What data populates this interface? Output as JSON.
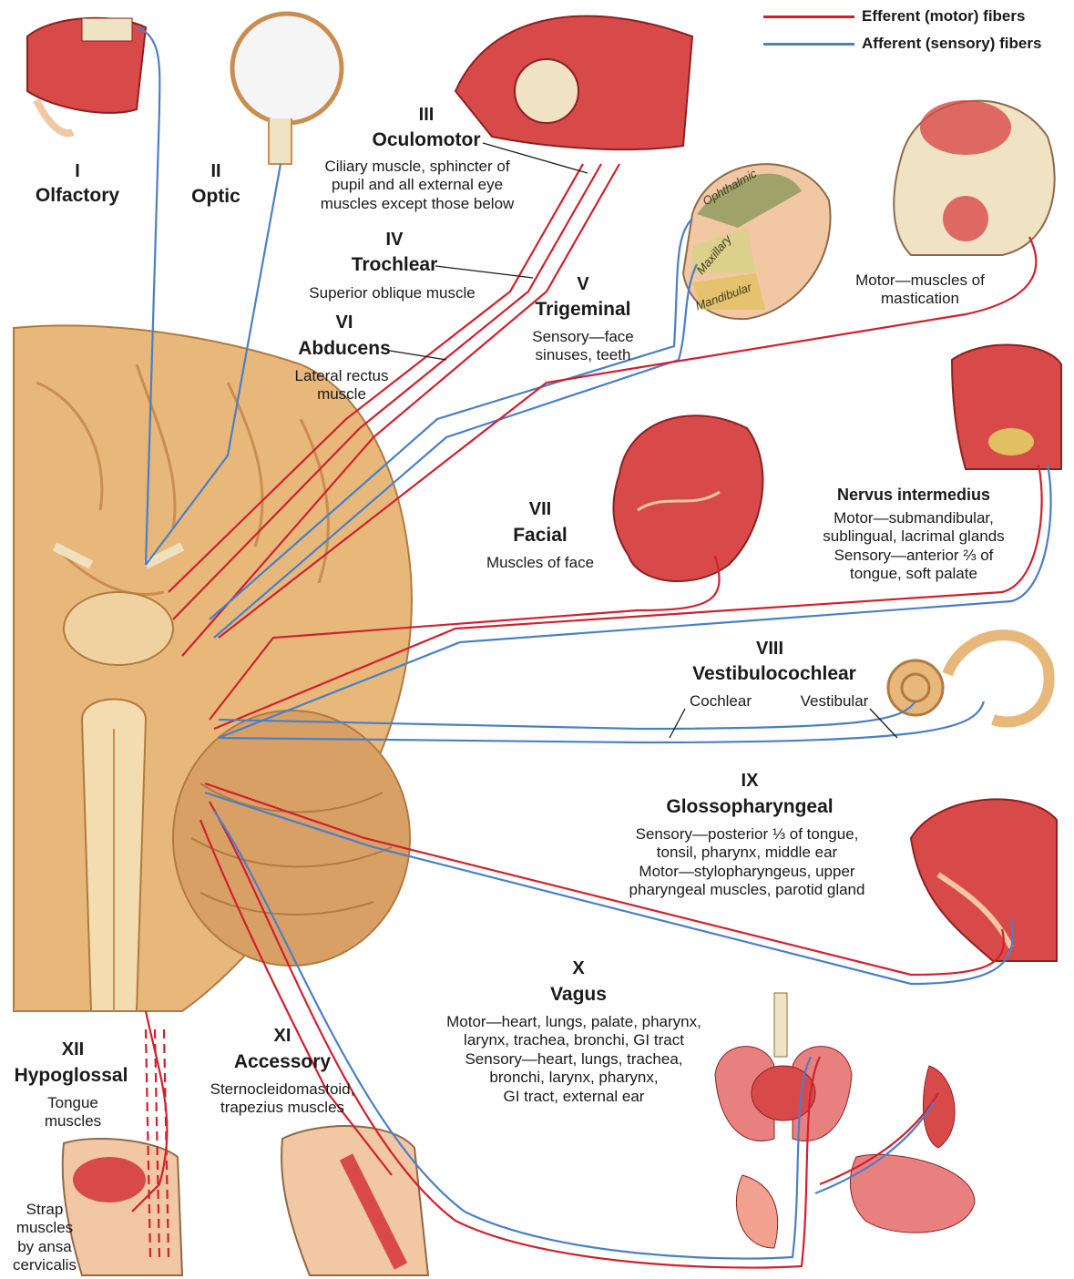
{
  "legend": {
    "efferent": {
      "label": "Efferent (motor) fibers",
      "color": "#d0202e"
    },
    "afferent": {
      "label": "Afferent (sensory) fibers",
      "color": "#4a7fc8"
    }
  },
  "nerves": {
    "olfactory": {
      "numeral": "I",
      "name": "Olfactory"
    },
    "optic": {
      "numeral": "II",
      "name": "Optic"
    },
    "oculomotor": {
      "numeral": "III",
      "name": "Oculomotor",
      "desc": [
        "Ciliary muscle, sphincter of",
        "pupil and all external eye",
        "muscles except those below"
      ]
    },
    "trochlear": {
      "numeral": "IV",
      "name": "Trochlear",
      "desc": [
        "Superior oblique muscle"
      ]
    },
    "trigeminal": {
      "numeral": "V",
      "name": "Trigeminal",
      "desc": [
        "Sensory—face",
        "sinuses, teeth"
      ],
      "motor_desc": [
        "Motor—muscles of",
        "mastication"
      ],
      "divisions": [
        "Ophthalmic",
        "Maxillary",
        "Mandibular"
      ]
    },
    "abducens": {
      "numeral": "VI",
      "name": "Abducens",
      "desc": [
        "Lateral rectus",
        "muscle"
      ]
    },
    "facial": {
      "numeral": "VII",
      "name": "Facial",
      "desc": [
        "Muscles of face"
      ]
    },
    "intermedius": {
      "name": "Nervus intermedius",
      "desc": [
        "Motor—submandibular,",
        "sublingual, lacrimal glands",
        "Sensory—anterior ⅔ of",
        "tongue, soft palate"
      ]
    },
    "vestibulocochlear": {
      "numeral": "VIII",
      "name": "Vestibulocochlear",
      "branches": [
        "Cochlear",
        "Vestibular"
      ]
    },
    "glossopharyngeal": {
      "numeral": "IX",
      "name": "Glossopharyngeal",
      "desc": [
        "Sensory—posterior ⅓ of tongue,",
        "tonsil, pharynx, middle ear",
        "Motor—stylopharyngeus, upper",
        "pharyngeal muscles, parotid gland"
      ]
    },
    "vagus": {
      "numeral": "X",
      "name": "Vagus",
      "desc": [
        "Motor—heart, lungs, palate, pharynx,",
        "larynx, trachea, bronchi, GI tract",
        "Sensory—heart, lungs, trachea,",
        "bronchi, larynx, pharynx,",
        "GI tract, external ear"
      ]
    },
    "accessory": {
      "numeral": "XI",
      "name": "Accessory",
      "desc": [
        "Sternocleidomastoid,",
        "trapezius muscles"
      ]
    },
    "hypoglossal": {
      "numeral": "XII",
      "name": "Hypoglossal",
      "desc": [
        "Tongue",
        "muscles"
      ]
    },
    "strap": {
      "desc": [
        "Strap",
        "muscles",
        "by ansa",
        "cervicalis"
      ]
    }
  },
  "colors": {
    "brain": "#e8b87a",
    "brain_dark": "#c98d4f",
    "tissue": "#d84a4a",
    "skin": "#f2c7a4",
    "bone": "#efe3c4"
  }
}
